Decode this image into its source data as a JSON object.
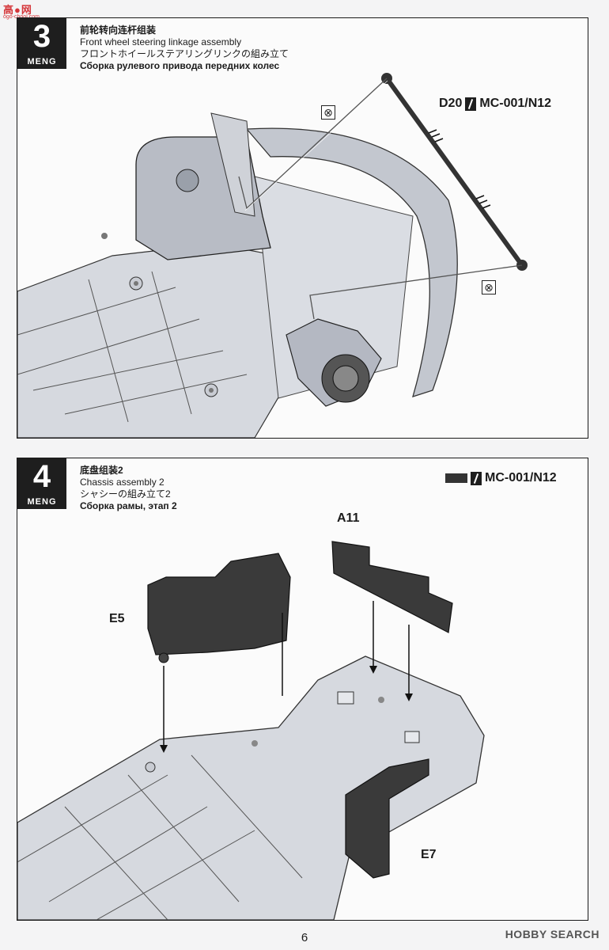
{
  "watermark_top": {
    "brand": "高●网",
    "url": "ogo-chool.com"
  },
  "steps": [
    {
      "number": "3",
      "brand": "MENG",
      "title_zh": "前轮转向连杆组装",
      "title_en": "Front wheel steering linkage assembly",
      "title_ja": "フロントホイールステアリングリンクの組み立て",
      "title_ru": "Сборка рулевого привода передних колес",
      "paint_ref": "MC-001/N12",
      "callouts": [
        "D20"
      ],
      "icons": [
        "no-glue-icon",
        "brush-icon"
      ]
    },
    {
      "number": "4",
      "brand": "MENG",
      "title_zh": "底盘组装2",
      "title_en": "Chassis assembly 2",
      "title_ja": "シャシーの組み立て2",
      "title_ru": "Сборка рамы, этап 2",
      "paint_ref": "MC-001/N12",
      "callouts": [
        "A11",
        "E5",
        "E7"
      ],
      "icons": [
        "color-swatch",
        "brush-icon"
      ]
    }
  ],
  "colors": {
    "part_dark": "#3a3a3a",
    "part_light": "#d3d6dc",
    "outline": "#1a1a1a"
  },
  "page_number": "6",
  "watermark_bottom": "HOBBY SEARCH"
}
